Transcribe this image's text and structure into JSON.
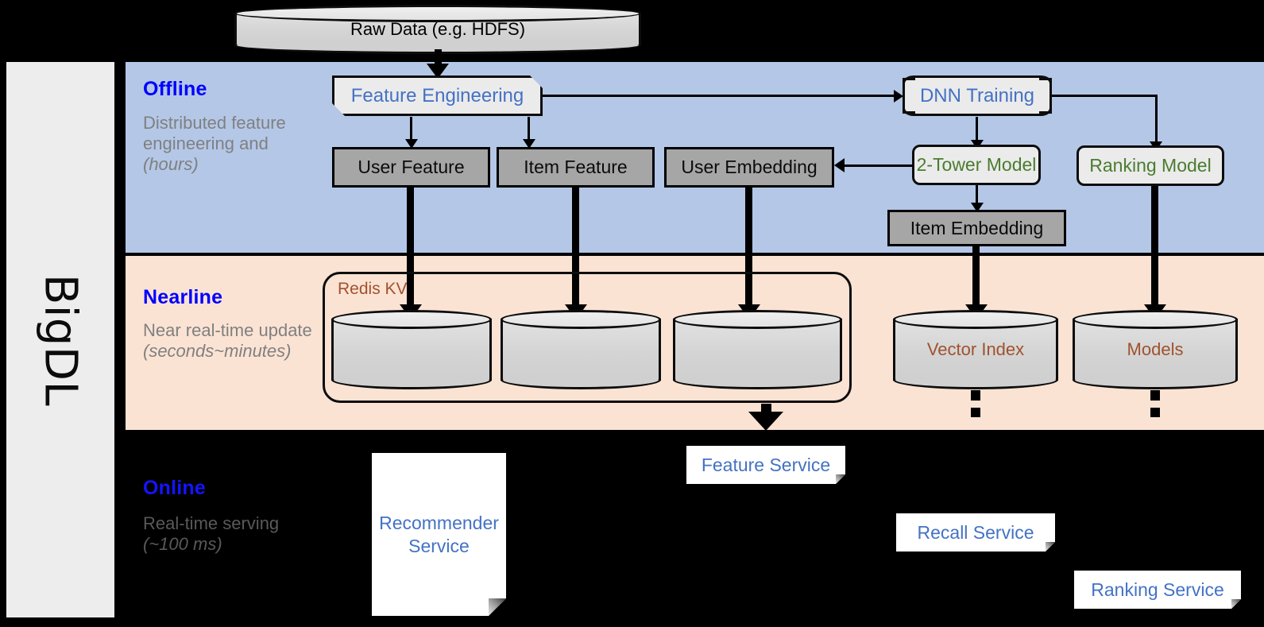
{
  "rail": {
    "label": "BigDL"
  },
  "bands": [
    {
      "id": "offline",
      "title": "Offline",
      "description": "Distributed feature engineering and ",
      "description_italic": "(hours)",
      "bg": "#b4c7e7"
    },
    {
      "id": "nearline",
      "title": "Nearline",
      "description": "Near real-time update ",
      "description_italic": "(seconds~minutes)",
      "bg": "#fbe3d4"
    },
    {
      "id": "online",
      "title": "Online",
      "description": "Real-time serving ",
      "description_italic": "(~100 ms)",
      "bg": "#000000"
    }
  ],
  "source": {
    "raw_data": "Raw Data (e.g. HDFS)"
  },
  "offline": {
    "feature_engineering": "Feature Engineering",
    "dnn_training": "DNN Training",
    "user_feature": "User Feature",
    "item_feature": "Item Feature",
    "user_embedding": "User Embedding",
    "item_embedding": "Item Embedding",
    "two_tower_model": "2-Tower Model",
    "ranking_model": "Ranking Model"
  },
  "nearline": {
    "redis_kv": "Redis KV",
    "store_user_feature": "",
    "store_item_feature": "",
    "store_user_embedding": "",
    "vector_index": "Vector Index",
    "models": "Models"
  },
  "online": {
    "recommender_service": "Recommender Service",
    "recommender_service_line1": "Recommender",
    "recommender_service_line2": "Service",
    "feature_service": "Feature Service",
    "recall_service": "Recall Service",
    "ranking_service": "Ranking Service"
  },
  "colors": {
    "offline_band": "#b4c7e7",
    "nearline_band": "#fbe3d4",
    "online_band": "#000000",
    "rail": "#ededed",
    "title_blue": "#0000ff",
    "service_blue": "#4472c4",
    "model_green": "#4a7c2f",
    "store_brown": "#a0522d",
    "block_gray": "#a6a6a6",
    "desc_gray": "#808080"
  }
}
